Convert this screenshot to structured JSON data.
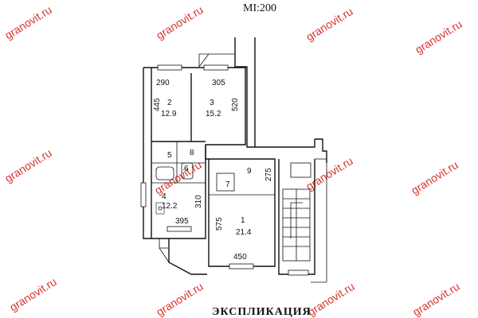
{
  "scale_label": "MI:200",
  "watermark": "granovit.ru",
  "title": "ЭКСПЛИКАЦИЯ",
  "rooms": [
    {
      "num": "2",
      "area": "12.9"
    },
    {
      "num": "3",
      "area": "15.2"
    },
    {
      "num": "5",
      "area": ""
    },
    {
      "num": "8",
      "area": ""
    },
    {
      "num": "6",
      "area": ""
    },
    {
      "num": "4",
      "area": "12.2"
    },
    {
      "num": "9",
      "area": ""
    },
    {
      "num": "7",
      "area": ""
    },
    {
      "num": "1",
      "area": "21.4"
    }
  ],
  "dimensions": [
    "290",
    "305",
    "445",
    "520",
    "275",
    "310",
    "395",
    "575",
    "450"
  ]
}
